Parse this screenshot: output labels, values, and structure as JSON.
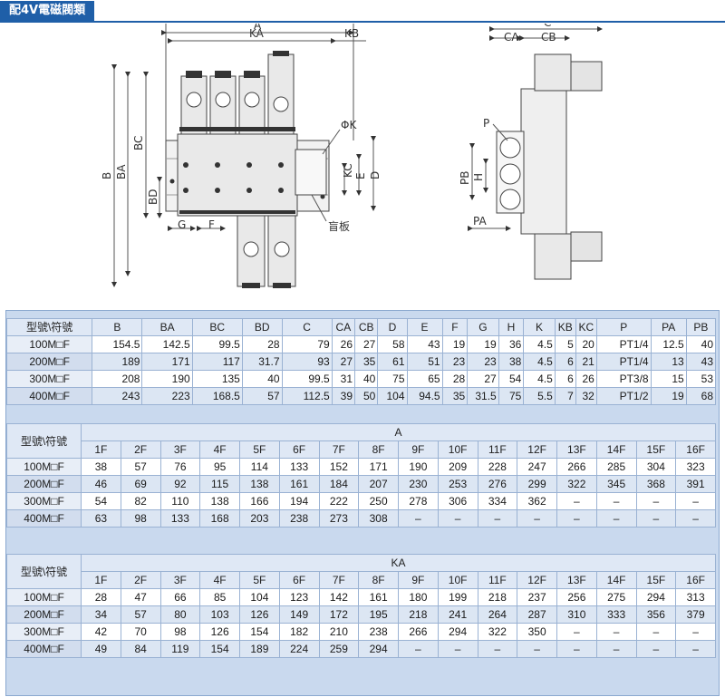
{
  "title": "配4V電磁閥類",
  "drawing_labels": {
    "A": "A",
    "KA": "KA",
    "KB": "KB",
    "PHI_K": "ΦK",
    "KC": "KC",
    "E": "E",
    "D": "D",
    "B": "B",
    "BA": "BA",
    "BC": "BC",
    "BD": "BD",
    "G": "G",
    "F": "F",
    "blind_plate": "盲板",
    "C": "C",
    "CA": "CA",
    "CB": "CB",
    "P": "P",
    "PB": "PB",
    "H": "H",
    "PA": "PA"
  },
  "table_dims": {
    "headers": [
      "型號\\符號",
      "B",
      "BA",
      "BC",
      "BD",
      "C",
      "CA",
      "CB",
      "D",
      "E",
      "F",
      "G",
      "H",
      "K",
      "KB",
      "KC",
      "P",
      "PA",
      "PB"
    ],
    "rows": [
      [
        "100M□F",
        "154.5",
        "142.5",
        "99.5",
        "28",
        "79",
        "26",
        "27",
        "58",
        "43",
        "19",
        "19",
        "36",
        "4.5",
        "5",
        "20",
        "PT1/4",
        "12.5",
        "40"
      ],
      [
        "200M□F",
        "189",
        "171",
        "117",
        "31.7",
        "93",
        "27",
        "35",
        "61",
        "51",
        "23",
        "23",
        "38",
        "4.5",
        "6",
        "21",
        "PT1/4",
        "13",
        "43"
      ],
      [
        "300M□F",
        "208",
        "190",
        "135",
        "40",
        "99.5",
        "31",
        "40",
        "75",
        "65",
        "28",
        "27",
        "54",
        "4.5",
        "6",
        "26",
        "PT3/8",
        "15",
        "53"
      ],
      [
        "400M□F",
        "243",
        "223",
        "168.5",
        "57",
        "112.5",
        "39",
        "50",
        "104",
        "94.5",
        "35",
        "31.5",
        "75",
        "5.5",
        "7",
        "32",
        "PT1/2",
        "19",
        "68"
      ]
    ]
  },
  "table_A": {
    "corner": "型號\\符號",
    "group": "A",
    "stations": [
      "1F",
      "2F",
      "3F",
      "4F",
      "5F",
      "6F",
      "7F",
      "8F",
      "9F",
      "10F",
      "11F",
      "12F",
      "13F",
      "14F",
      "15F",
      "16F"
    ],
    "rows": [
      [
        "100M□F",
        "38",
        "57",
        "76",
        "95",
        "114",
        "133",
        "152",
        "171",
        "190",
        "209",
        "228",
        "247",
        "266",
        "285",
        "304",
        "323"
      ],
      [
        "200M□F",
        "46",
        "69",
        "92",
        "115",
        "138",
        "161",
        "184",
        "207",
        "230",
        "253",
        "276",
        "299",
        "322",
        "345",
        "368",
        "391"
      ],
      [
        "300M□F",
        "54",
        "82",
        "110",
        "138",
        "166",
        "194",
        "222",
        "250",
        "278",
        "306",
        "334",
        "362",
        "–",
        "–",
        "–",
        "–"
      ],
      [
        "400M□F",
        "63",
        "98",
        "133",
        "168",
        "203",
        "238",
        "273",
        "308",
        "–",
        "–",
        "–",
        "–",
        "–",
        "–",
        "–",
        "–"
      ]
    ]
  },
  "table_KA": {
    "corner": "型號\\符號",
    "group": "KA",
    "stations": [
      "1F",
      "2F",
      "3F",
      "4F",
      "5F",
      "6F",
      "7F",
      "8F",
      "9F",
      "10F",
      "11F",
      "12F",
      "13F",
      "14F",
      "15F",
      "16F"
    ],
    "rows": [
      [
        "100M□F",
        "28",
        "47",
        "66",
        "85",
        "104",
        "123",
        "142",
        "161",
        "180",
        "199",
        "218",
        "237",
        "256",
        "275",
        "294",
        "313"
      ],
      [
        "200M□F",
        "34",
        "57",
        "80",
        "103",
        "126",
        "149",
        "172",
        "195",
        "218",
        "241",
        "264",
        "287",
        "310",
        "333",
        "356",
        "379"
      ],
      [
        "300M□F",
        "42",
        "70",
        "98",
        "126",
        "154",
        "182",
        "210",
        "238",
        "266",
        "294",
        "322",
        "350",
        "–",
        "–",
        "–",
        "–"
      ],
      [
        "400M□F",
        "49",
        "84",
        "119",
        "154",
        "189",
        "224",
        "259",
        "294",
        "–",
        "–",
        "–",
        "–",
        "–",
        "–",
        "–",
        "–"
      ]
    ]
  }
}
